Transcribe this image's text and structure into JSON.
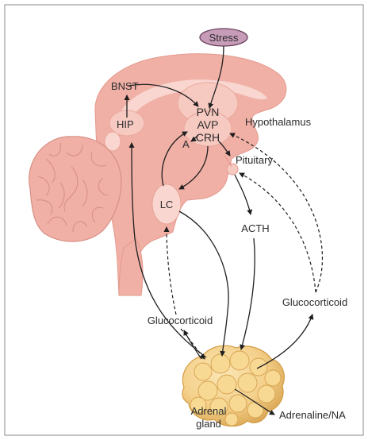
{
  "colors": {
    "brain": "#f1b0a6",
    "brain_light": "#f6c9c1",
    "brain_inner": "#f9d6d0",
    "stress_fill": "#c79cb8",
    "stress_stroke": "#6a3f5f",
    "adrenal": "#f4d08a",
    "adrenal_stroke": "#d49d45",
    "arrow": "#1f1f1f",
    "border": "#8a8a8a"
  },
  "labels": {
    "stress": "Stress",
    "bnst": "BNST",
    "hip": "HIP",
    "pvn": "PVN",
    "avp": "AVP",
    "crh": "CRH",
    "a": "A",
    "hypothalamus": "Hypothalamus",
    "pituitary": "Pituitary",
    "lc": "LC",
    "acth": "ACTH",
    "glucocorticoid_left": "Glucocorticoid",
    "glucocorticoid_right": "Glucocorticoid",
    "adrenal_line1": "Adrenal",
    "adrenal_line2": "gland",
    "adrenaline": "Adrenaline/NA"
  },
  "icons": {
    "brain": "brain-sagittal-illustration",
    "cerebellum": "cerebellum-illustration",
    "adrenal": "adrenal-gland-illustration"
  }
}
